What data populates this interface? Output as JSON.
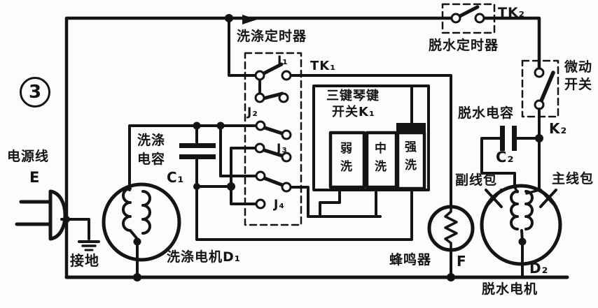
{
  "figure": {
    "number": "3"
  },
  "colors": {
    "ink": "#141414",
    "paper": "#fcfcfa"
  },
  "power": {
    "cord_label": "电源线",
    "cord_id": "E",
    "ground_label": "接地"
  },
  "wash_section": {
    "timer_label": "洗涤定时器",
    "tk1_label": "TK₁",
    "contact_j1": "J₁",
    "contact_j2": "J₂",
    "contact_j3": "J₃",
    "contact_j4": "J₄",
    "capacitor_label": "洗涤电容",
    "capacitor_id": "C₁",
    "motor_label": "洗涤电机D₁"
  },
  "key_switch": {
    "title_line1": "三键琴键",
    "title_line2": "开关K₁",
    "keys": [
      {
        "label": "弱洗"
      },
      {
        "label": "中洗"
      },
      {
        "label": "强洗"
      }
    ]
  },
  "buzzer": {
    "label": "蜂鸣器",
    "id": "F"
  },
  "spin_section": {
    "timer_label": "脱水定时器",
    "tk2_label": "TK₂",
    "micro_switch_line1": "微动",
    "micro_switch_line2": "开关",
    "capacitor_label": "脱水电容",
    "capacitor_id": "C₂",
    "k2_label": "K₂",
    "aux_winding_label": "副线包",
    "main_winding_label": "主线包",
    "motor_id": "D₂",
    "motor_label": "脱水电机"
  }
}
